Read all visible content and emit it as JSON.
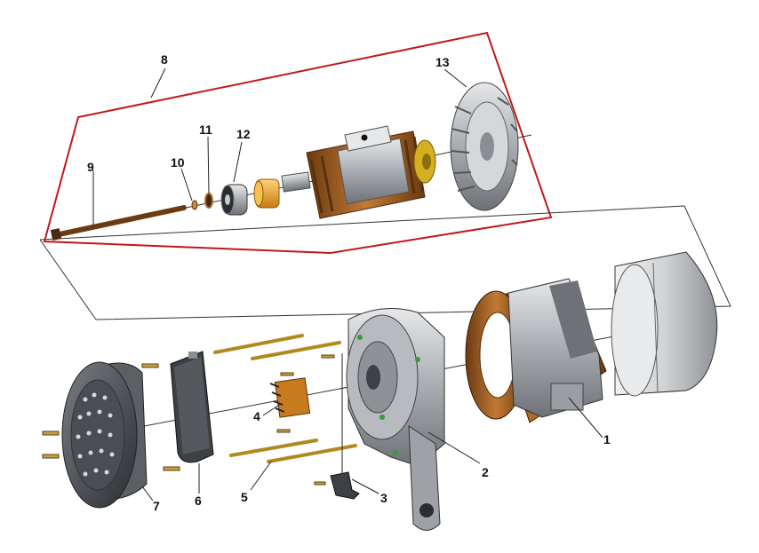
{
  "callouts": {
    "c1": "1",
    "c2": "2",
    "c3": "3",
    "c4": "4",
    "c5": "5",
    "c6": "6",
    "c7": "7",
    "c8": "8",
    "c9": "9",
    "c10": "10",
    "c11": "11",
    "c12": "12",
    "c13": "13"
  },
  "colors": {
    "rotor_group_outline": "#c0181c",
    "copper": "#b5651d",
    "metal_gray": "#9a9ea3",
    "dark_gray": "#4a4d52",
    "bearing_orange": "#e8a33a",
    "brass": "#d4a017"
  }
}
